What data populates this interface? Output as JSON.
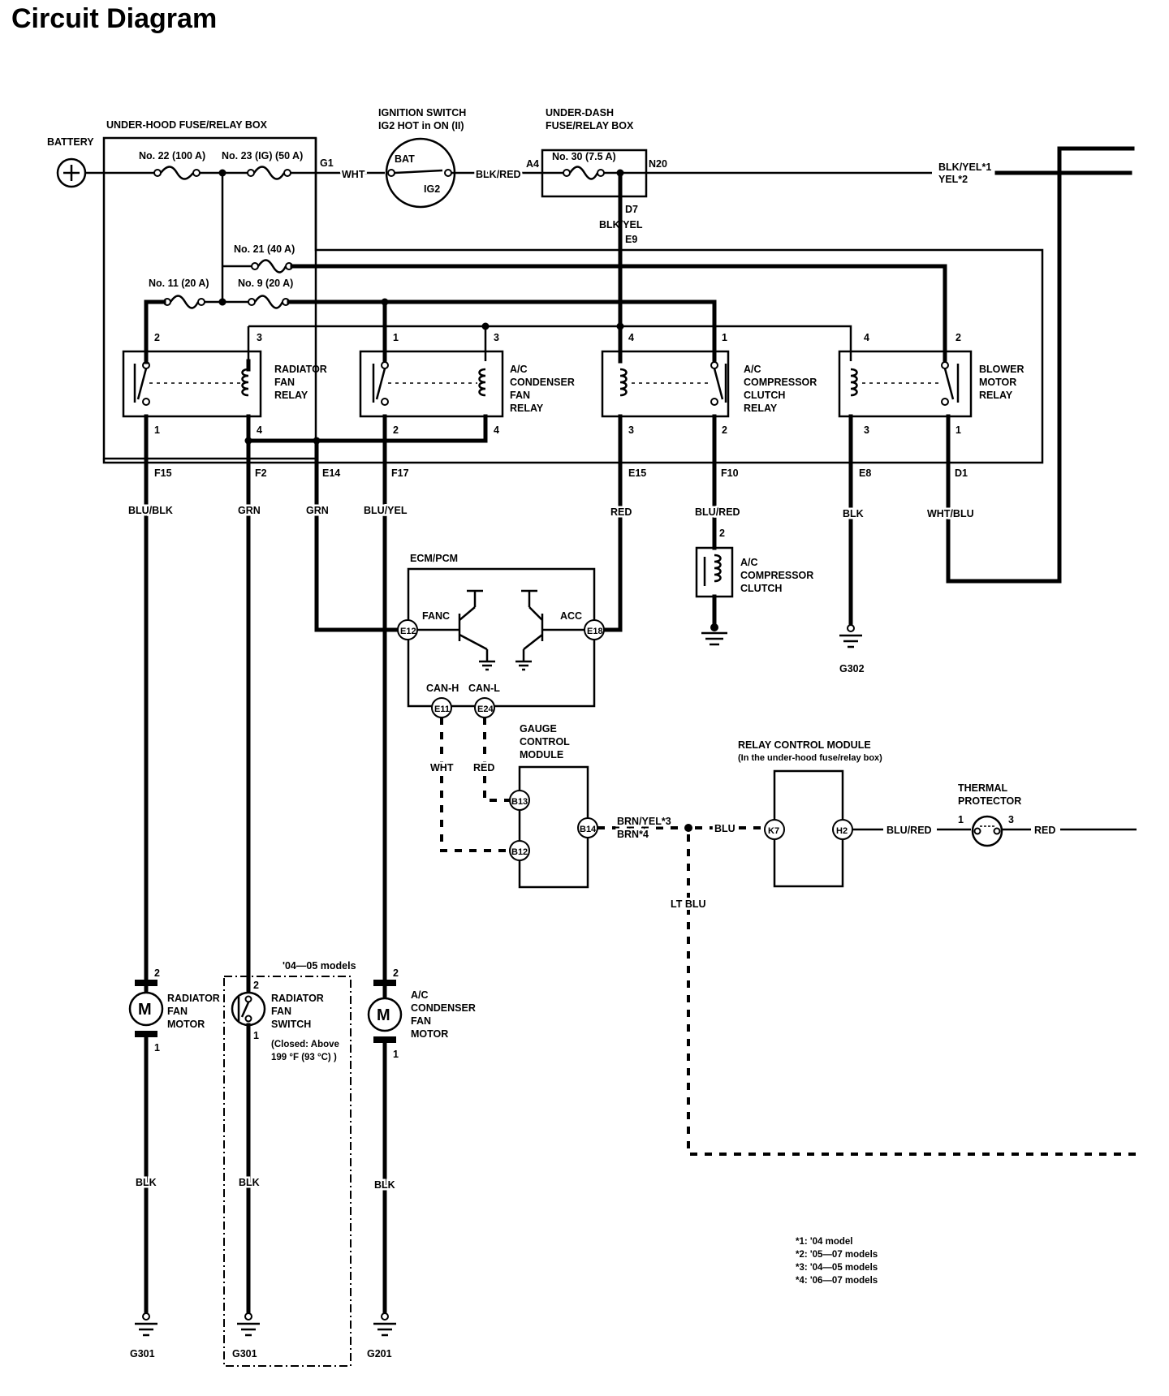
{
  "title": "Circuit Diagram",
  "boxes": {
    "under_hood": "UNDER-HOOD FUSE/RELAY BOX",
    "ignition": [
      "IGNITION SWITCH",
      "IG2 HOT in ON (II)"
    ],
    "under_dash": [
      "UNDER-DASH",
      "FUSE/RELAY BOX"
    ],
    "ecm": "ECM/PCM",
    "gauge": [
      "GAUGE",
      "CONTROL",
      "MODULE"
    ],
    "rcm": [
      "RELAY CONTROL MODULE",
      "(In the under-hood fuse/relay box)"
    ],
    "thermal": [
      "THERMAL",
      "PROTECTOR"
    ]
  },
  "battery": "BATTERY",
  "fuses": {
    "f22": "No. 22 (100 A)",
    "f23": "No. 23 (IG) (50 A)",
    "f30": "No. 30 (7.5 A)",
    "f21": "No. 21 (40 A)",
    "f11": "No. 11 (20 A)",
    "f9": "No. 9 (20 A)"
  },
  "ignition_terms": {
    "bat": "BAT",
    "ig2": "IG2"
  },
  "relays": {
    "radiator": [
      "RADIATOR",
      "FAN",
      "RELAY"
    ],
    "condenser": [
      "A/C",
      "CONDENSER",
      "FAN",
      "RELAY"
    ],
    "compressor": [
      "A/C",
      "COMPRESSOR",
      "CLUTCH",
      "RELAY"
    ],
    "blower": [
      "BLOWER",
      "MOTOR",
      "RELAY"
    ]
  },
  "pins": {
    "rad": [
      "2",
      "3",
      "1",
      "4"
    ],
    "cond": [
      "1",
      "3",
      "2",
      "4"
    ],
    "comp": [
      "4",
      "1",
      "3",
      "2"
    ],
    "blow": [
      "4",
      "2",
      "3",
      "1"
    ]
  },
  "terminals": {
    "g1": "G1",
    "a4": "A4",
    "n20": "N20",
    "d7": "D7",
    "e9": "E9",
    "f15": "F15",
    "f2": "F2",
    "e14": "E14",
    "f17": "F17",
    "e15": "E15",
    "f10": "F10",
    "e8": "E8",
    "d1": "D1"
  },
  "wires": {
    "wht": "WHT",
    "blk_red": "BLK/RED",
    "blk_yel": "BLK/YEL",
    "blk_yel1": "BLK/YEL*1",
    "yel2": "YEL*2",
    "blu_blk": "BLU/BLK",
    "grn": "GRN",
    "blu_yel": "BLU/YEL",
    "red": "RED",
    "blu_red": "BLU/RED",
    "blk": "BLK",
    "wht_blu": "WHT/BLU",
    "brn_yel3": "BRN/YEL*3",
    "brn4": "BRN*4",
    "blu": "BLU",
    "lt_blu": "LT BLU"
  },
  "ecm_pins": {
    "fanc": "FANC",
    "acc": "ACC",
    "e12": "E12",
    "e18": "E18",
    "can_h": "CAN-H",
    "can_l": "CAN-L",
    "e11": "E11",
    "e24": "E24"
  },
  "gauge_pins": {
    "b13": "B13",
    "b12": "B12",
    "b14": "B14"
  },
  "rcm_pins": {
    "k7": "K7",
    "h2": "H2"
  },
  "clutch": [
    "A/C",
    "COMPRESSOR",
    "CLUTCH"
  ],
  "clutch_pin": "2",
  "grounds": {
    "g302": "G302",
    "g301": "G301",
    "g201": "G201"
  },
  "motors": {
    "rad_motor": [
      "RADIATOR",
      "FAN",
      "MOTOR"
    ],
    "rad_switch": [
      "RADIATOR",
      "FAN",
      "SWITCH"
    ],
    "switch_note": [
      "(Closed: Above",
      "199 °F (93 °C) )"
    ],
    "cond_motor": [
      "A/C",
      "CONDENSER",
      "FAN",
      "MOTOR"
    ],
    "models": "'04—05 models",
    "m": "M",
    "pin2": "2",
    "pin1": "1"
  },
  "thermal_pins": {
    "p1": "1",
    "p3": "3"
  },
  "notes": [
    "*1: '04 model",
    "*2: '05—07 models",
    "*3: '04—05 models",
    "*4: '06—07 models"
  ]
}
